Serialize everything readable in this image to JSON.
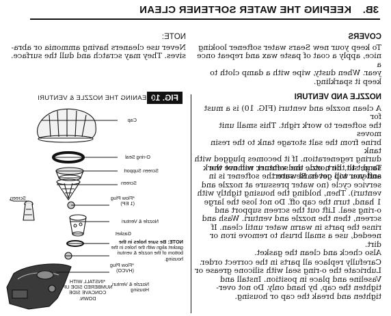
{
  "section": {
    "number": "3B.",
    "title": "KEEPING THE WATER SOFTENER CLEAN"
  },
  "covers": {
    "heading": "COVERS",
    "lines": [
      "To keep your new Sears water softener looking",
      "nice, apply a coat of paste wax and repeat once a",
      "year. When dusty, wipe with a damp cloth to",
      "keep it sparkling."
    ]
  },
  "note": {
    "heading": "NOTE:",
    "lines": [
      "Never use cleaners having ammonia or abra-",
      "sives. They may scratch and dull the surface."
    ]
  },
  "nozzle": {
    "heading": "NOZZLE AND VENTURI",
    "para1": [
      "A clean nozzle and venturi (FIG. 10) is a must for",
      "the softener to work right. This small unit moves",
      "brine from the salt storage tank to the resin tank",
      "during regeneration. If it becomes plugged with",
      "sand, silt, dirt, etc., the softener will not work",
      "and you will get hard water."
    ],
    "para2": [
      "To get to the nozzle and venturi, remove the",
      "softener top cover. Be sure the softener is in",
      "service cycle (no water pressure at nozzle and",
      "venturi). Then, holding the housing tightly with",
      "1 hand, turn the cap off. Do not lose the large",
      "o-ring seal. Lift out the screen support and",
      "screen, then the nozzle and venturi. Wash and",
      "rinse the parts in warm water until clean. If",
      "needed, use a small brush to remove iron or dirt.",
      "Also check and clean the gasket."
    ],
    "para3": [
      "Carefully replace all parts in the correct order.",
      "Lubricate the o-ring seal with silicone grease or",
      "Vaseline and place in position. Install and",
      "tighten the cap, by hand only. Do not over-",
      "tighten and break the cap or housing."
    ]
  },
  "figure": {
    "badge": "FIG. 10",
    "caption": "CLEANING THE NOZZLE & VENTURI",
    "labels": {
      "cap": "Cap",
      "oring": "O-ring Seal",
      "screen_support": "Screen Support",
      "screen": "Screen",
      "flow_plug1": [
        "*Flow Plug",
        "(1 EP)"
      ],
      "nozzle_venturi": "Nozzle & Venturi",
      "gasket": "Gasket",
      "note": [
        "NOTE: Be sure holes in the",
        "gasket align with the holes in the",
        "bottom of the nozzle & venturi",
        "housing."
      ],
      "flow_plug2": [
        "*Flow Plug",
        "(HVCO)"
      ],
      "housing": [
        "Nozzle & Venturi",
        "Housing"
      ],
      "left_screen": "Screen",
      "install": [
        "*INSTALL WITH",
        "NUMBERED SIDE UP",
        "CONCAVE SIDE DOWN."
      ]
    }
  }
}
